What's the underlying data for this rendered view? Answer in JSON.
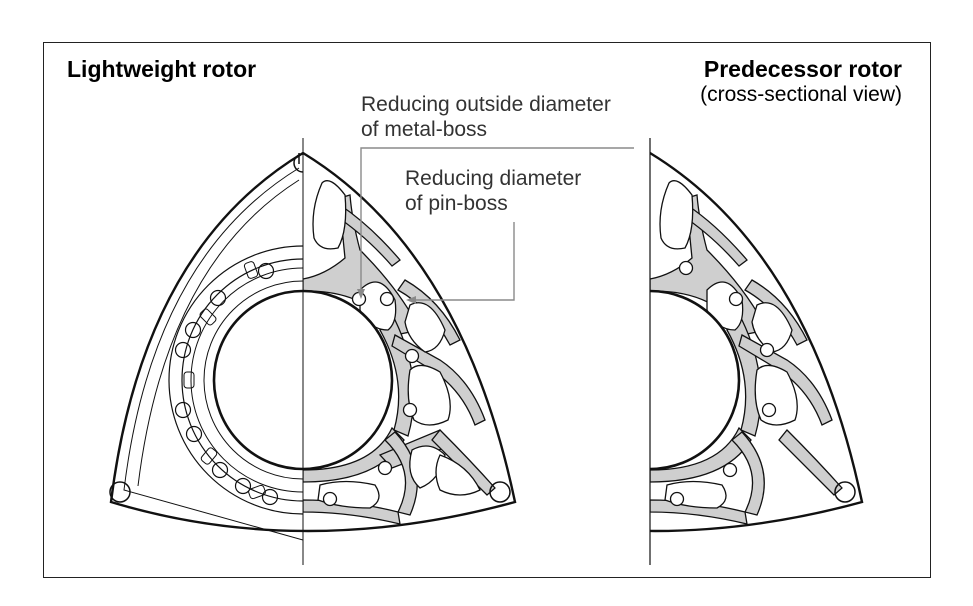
{
  "titles": {
    "left": "Lightweight rotor",
    "right_main": "Predecessor rotor",
    "right_sub": "(cross-sectional view)"
  },
  "callouts": {
    "metal_boss_line1": "Reducing outside diameter",
    "metal_boss_line2": "of metal-boss",
    "pin_boss_line1": "Reducing diameter",
    "pin_boss_line2": "of pin-boss"
  },
  "colors": {
    "outline": "#111111",
    "section_fill": "#cfcfcf",
    "leader": "#8a8a8a"
  }
}
